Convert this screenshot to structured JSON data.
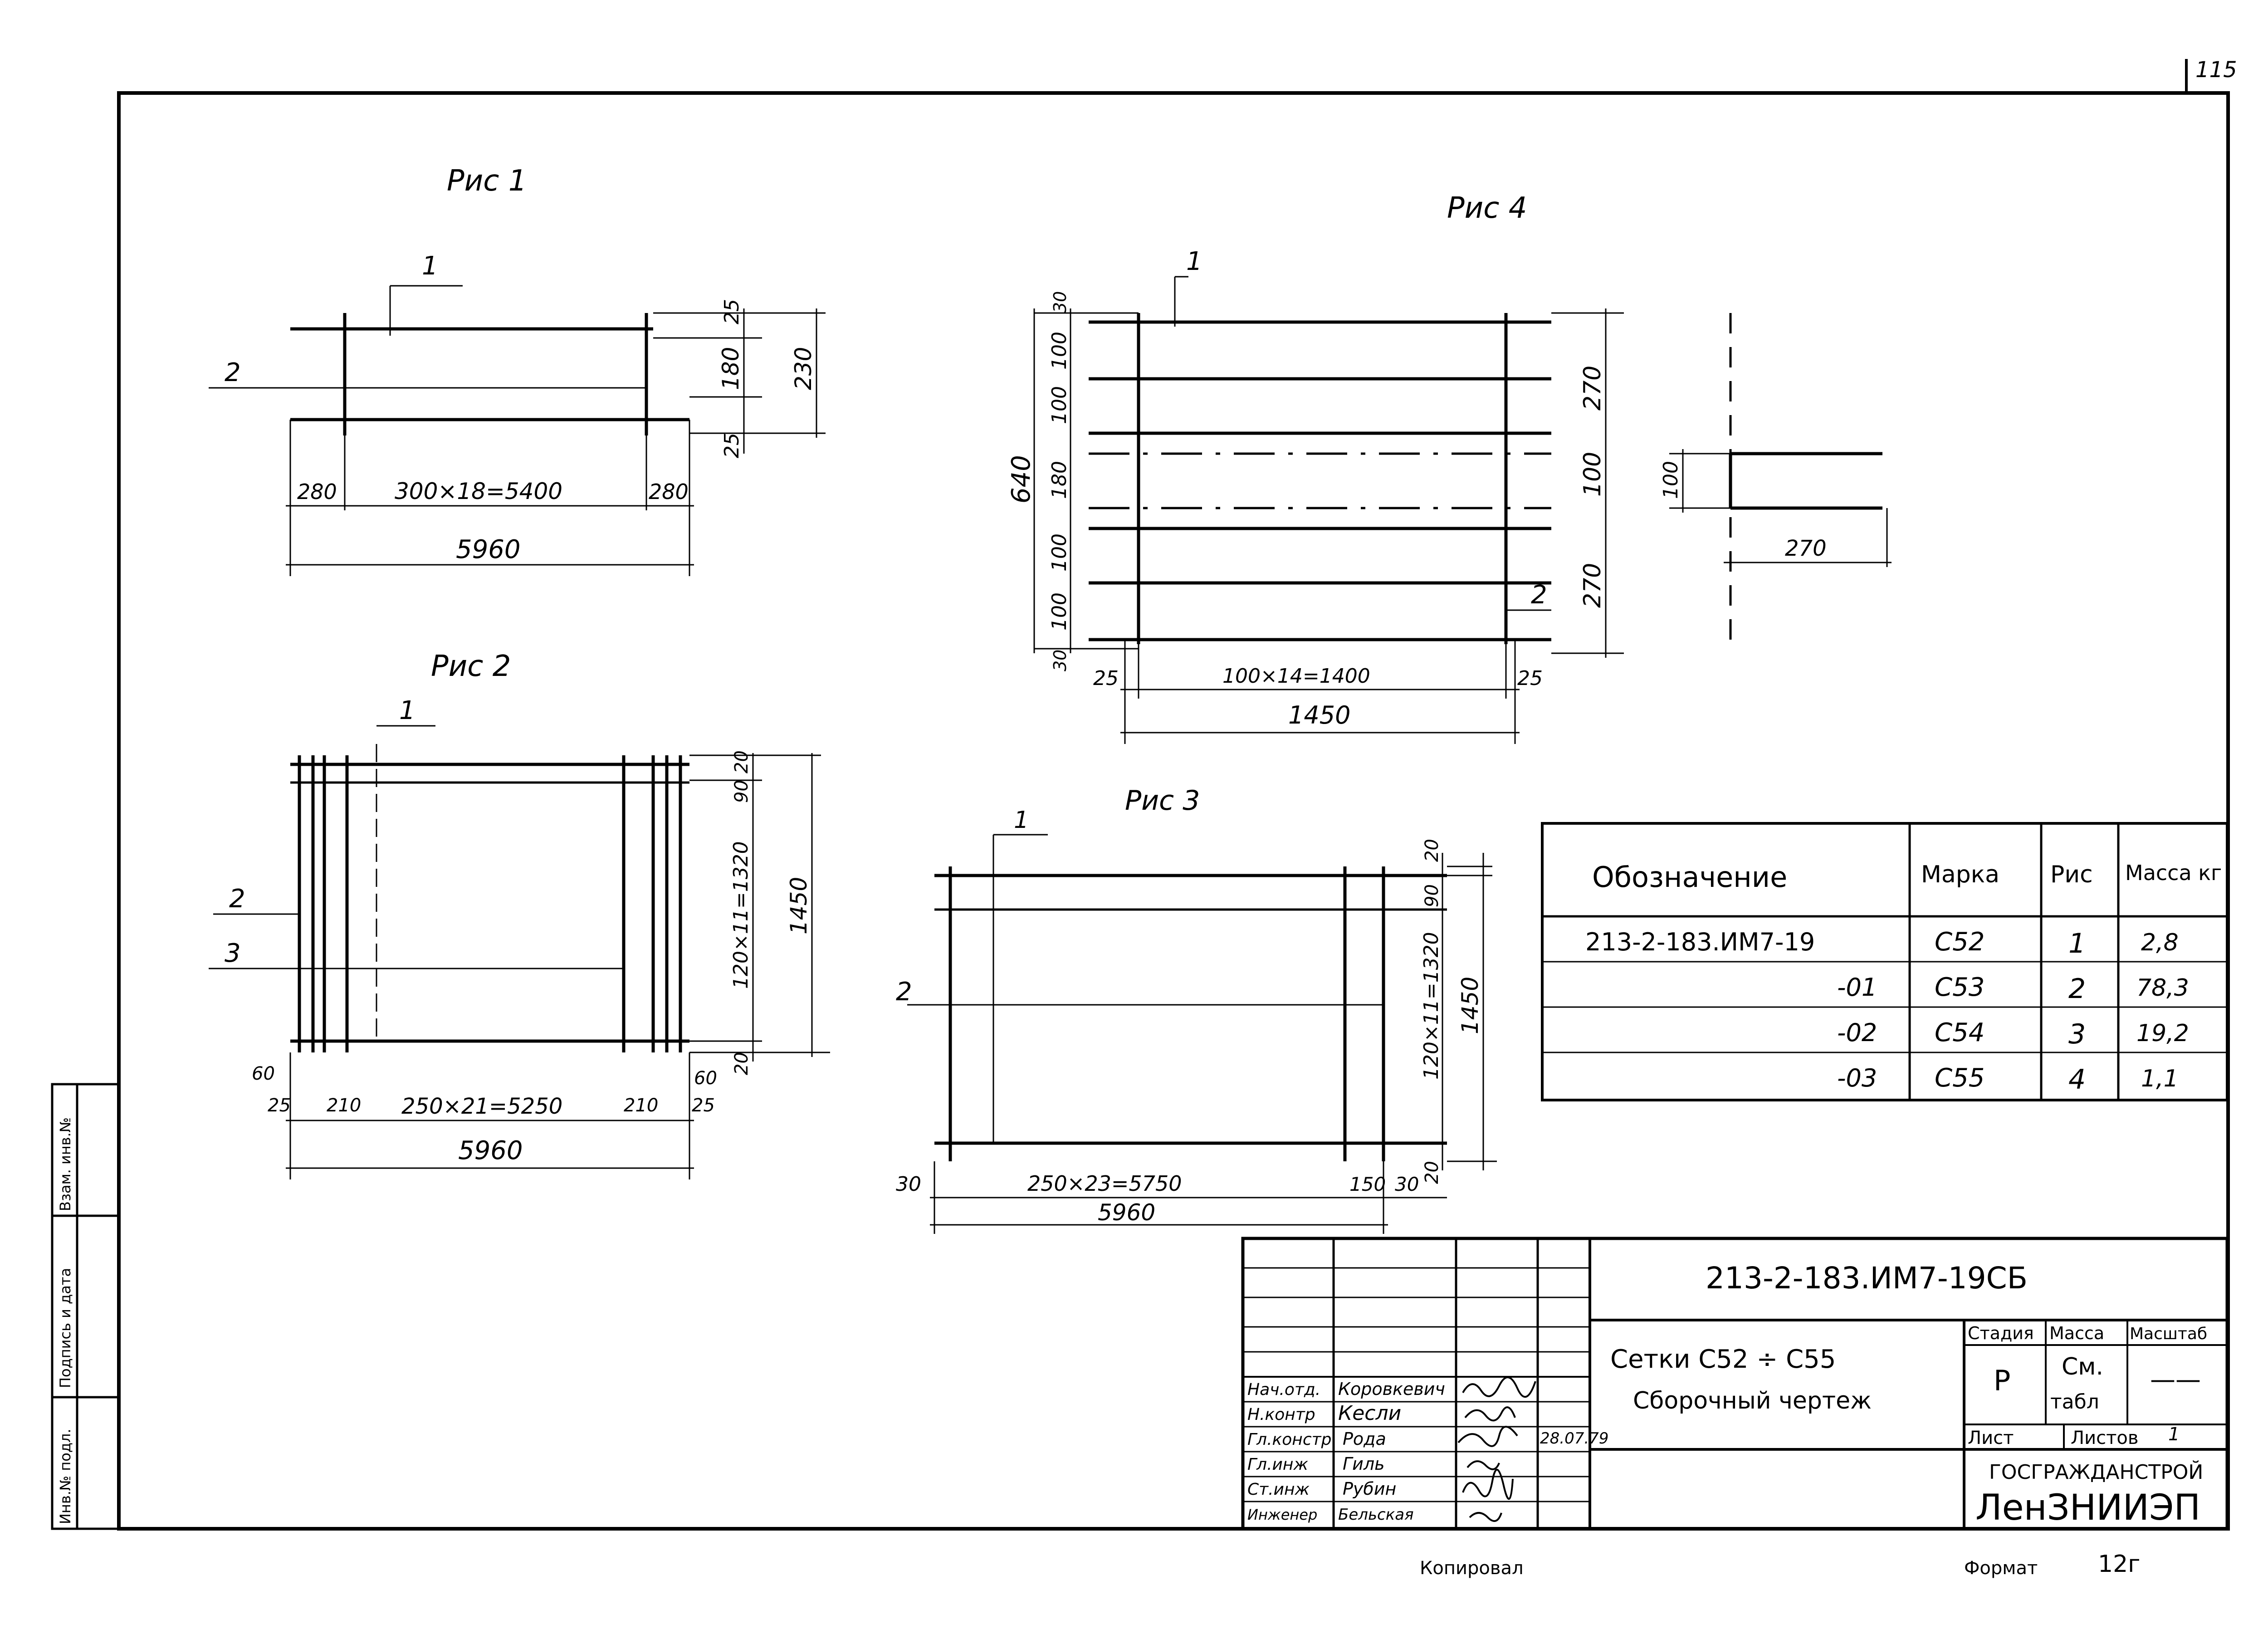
{
  "sheet_number": "115",
  "figures": {
    "fig1": {
      "title": "Рис 1",
      "callout_1": "1",
      "callout_2": "2",
      "dims": [
        "25",
        "180",
        "230",
        "25",
        "280",
        "300×18=5400",
        "280",
        "5960"
      ]
    },
    "fig2": {
      "title": "Рис 2",
      "callout_1": "1",
      "callout_2": "2",
      "callout_3": "3",
      "dims": [
        "20",
        "90",
        "120×11=1320",
        "1450",
        "20",
        "60",
        "25",
        "210",
        "250×21=5250",
        "210",
        "60",
        "25",
        "5960"
      ]
    },
    "fig3": {
      "title": "Рис 3",
      "callout_1": "1",
      "callout_2": "2",
      "dims": [
        "20",
        "90",
        "120×11=1320",
        "1450",
        "30",
        "250×23=5750",
        "150",
        "30",
        "20",
        "5960"
      ]
    },
    "fig4": {
      "title": "Рис 4",
      "callout_1": "1",
      "callout_2": "2",
      "dims": [
        "30",
        "100",
        "100",
        "180",
        "100",
        "100",
        "30",
        "640",
        "270",
        "100",
        "270",
        "25",
        "100×14=1400",
        "25",
        "1450"
      ],
      "detail_dims": [
        "100",
        "270"
      ]
    }
  },
  "spec_table": {
    "headers": [
      "Обозначение",
      "Марка",
      "Рис",
      "Масса кг"
    ],
    "rows": [
      [
        "213-2-183.ИМ7-19",
        "С52",
        "1",
        "2,8"
      ],
      [
        "-01",
        "С53",
        "2",
        "78,3"
      ],
      [
        "-02",
        "С54",
        "3",
        "19,2"
      ],
      [
        "-03",
        "С55",
        "4",
        "1,1"
      ]
    ]
  },
  "title_block": {
    "doc_code": "213-2-183.ИМ7-19СБ",
    "name_line1": "Сетки С52 ÷ С55",
    "name_line2": "Сборочный чертеж",
    "stage_label": "Стадия",
    "mass_label": "Масса",
    "scale_label": "Масштаб",
    "stage_value": "Р",
    "mass_value_1": "См.",
    "mass_value_2": "табл",
    "scale_value": "——",
    "sheet_label": "Лист",
    "sheets_label": "Листов",
    "sheets_value": "1",
    "org_line1": "ГОСГРАЖДАНСТРОЙ",
    "org_line2": "ЛенЗНИИЭП",
    "roles": [
      "Нач.отд.",
      "Н.контр",
      "Гл.констр",
      "Гл.инж",
      "Ст.инж",
      "Инженер"
    ],
    "names": [
      "Коровкевич",
      "Кесли",
      "Рода",
      "Гиль",
      "Рубин",
      "Бельская"
    ],
    "date": "28.07.79"
  },
  "side_stamp": [
    "Инв.№ подл.",
    "Подпись и дата",
    "Взам. инв.№"
  ],
  "footer": {
    "copied": "Копировал",
    "format_label": "Формат",
    "format_value": "12г"
  }
}
